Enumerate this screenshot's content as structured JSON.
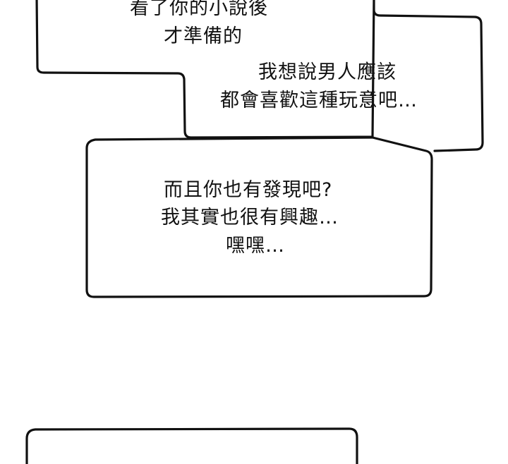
{
  "colors": {
    "background": "#ffffff",
    "outline": "#111111",
    "text": "#111111"
  },
  "bubbles": {
    "upper": {
      "lines": [
        "看了你的小說後",
        "才準備的",
        "我想說男人應該",
        "都會喜歡這種玩意吧…"
      ]
    },
    "middle": {
      "lines": [
        "而且你也有發現吧?",
        "我其實也很有興趣…",
        "嘿嘿…"
      ]
    }
  }
}
